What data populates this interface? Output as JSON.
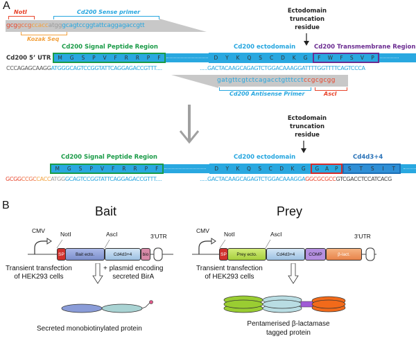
{
  "panel_a": {
    "label": "A",
    "top": {
      "noti_label": "NotI",
      "sense_primer_label": "Cd200 Sense primer",
      "kozak_label": "Kozak Seq",
      "primer_seq": {
        "noti_part1": "gcg",
        "noti_part2": "gccg",
        "kozak": "ccacc",
        "atg": "atgg",
        "sense": "gcagtccggtattcaggagaccgtt"
      },
      "signal_peptide_label": "Cd200 Signal Peptide Region",
      "utr_label": "Cd200 5’ UTR",
      "signal_peptide_aa": [
        "M",
        "G",
        "S",
        "P",
        "V",
        "F",
        "R",
        "R",
        "P",
        "F"
      ],
      "ectodomain_label": "Cd200 ectodomain",
      "ectodomain_aa": [
        "D",
        "Y",
        "K",
        "Q",
        "S",
        "C",
        "D",
        "K",
        "G"
      ],
      "tm_label": "Cd200 Transmembrane Region",
      "tm_aa": [
        "F",
        "W",
        "F",
        "S",
        "V",
        "P"
      ],
      "truncation_label_1": "Ectodomain",
      "truncation_label_2": "truncation",
      "truncation_label_3": "residue",
      "dna_left_utr": "CCCAGAGCAAGG",
      "dna_left_coding": "ATGGGCAGTCCGGTATTCAGGAGACCGTTT....",
      "dna_right": ".....GACTACAAGCAGAGTCTGGACAAAGGATTTTGGTTTTCAGTCCCA",
      "antisense_seq": "gatgttcgtctcagacctgtttcct",
      "asci_seq": "ccgcgcgg",
      "antisense_label": "Cd200 Antisense Primer",
      "asci_label": "AscI"
    },
    "bottom": {
      "signal_peptide_label": "Cd200 Signal Peptide Region",
      "signal_peptide_aa": [
        "M",
        "G",
        "S",
        "P",
        "V",
        "F",
        "R",
        "R",
        "P",
        "F"
      ],
      "ectodomain_label": "Cd200 ectodomain",
      "ectodomain_aa": [
        "D",
        "Y",
        "K",
        "Q",
        "S",
        "C",
        "D",
        "K",
        "G"
      ],
      "linker_aa": [
        "G",
        "A",
        "P"
      ],
      "cd4_label": "Cd4d3+4",
      "cd4_aa": [
        "S",
        "T",
        "S",
        "I",
        "T"
      ],
      "truncation_label_1": "Ectodomain",
      "truncation_label_2": "truncation",
      "truncation_label_3": "residue",
      "dna_left": {
        "noti_red": "GCGG",
        "noti_orange": "CCGC",
        "kozak": "CACC",
        "atg": "ATGG",
        "coding": "GCAGTCCGGTATTCAGGAGACCGTTT...."
      },
      "dna_right": {
        "ecto": ".....GACTACAAGCAGAGTCTGGACAAAGGA",
        "asci": "GGCGCGCC",
        "cd4": "GTCGACCTCCATCACG"
      }
    }
  },
  "panel_b": {
    "label": "B",
    "bait": {
      "title": "Bait",
      "cmv_label": "CMV",
      "noti_label": "NotI",
      "asci_label": "AscI",
      "utr_label": "3'UTR",
      "segments": [
        "SP",
        "Bait ecto.",
        "Cd4d3+4",
        "bio"
      ],
      "step_left_1": "Transient transfection",
      "step_left_2": "of HEK293 cells",
      "step_right_1": "+ plasmid encoding",
      "step_right_2": "secreted BirA",
      "product_label": "Secreted monobiotinylated protein"
    },
    "prey": {
      "title": "Prey",
      "cmv_label": "CMV",
      "noti_label": "NotI",
      "asci_label": "AscI",
      "utr_label": "3'UTR",
      "segments": [
        "SP",
        "Prey ecto.",
        "Cd4d3+4",
        "COMP",
        "β-lact."
      ],
      "step_1": "Transient transfection",
      "step_2": "of HEK293 cells",
      "product_label_1": "Pentamerised β-lactamase",
      "product_label_2": "tagged protein"
    }
  },
  "colors": {
    "dna_blue": "#26a6df",
    "signal_green": "#1a9b47",
    "tm_purple": "#6b2c91",
    "asci_red": "#e8432a",
    "kozak_orange": "#f2a03c",
    "sp_red": "#d0312d",
    "bait_ecto": "#8da0d8",
    "cd4": "#b8d4ec",
    "bio_pink": "#d88aa8",
    "prey_green": "#b4dc4e",
    "comp_purple": "#b58fe0",
    "blact_orange": "#f0935a"
  }
}
